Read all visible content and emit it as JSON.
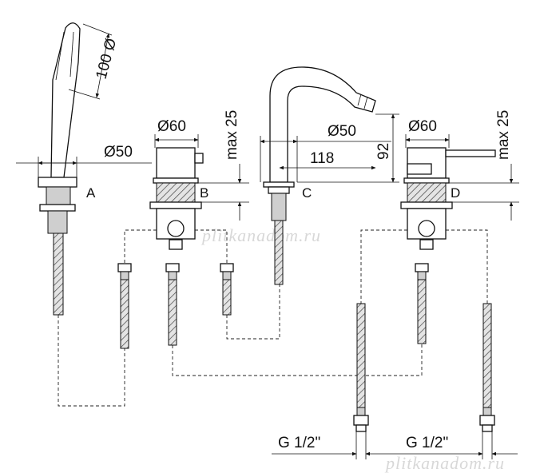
{
  "dimensions": {
    "hand_shower_dia": "100 Ø",
    "handle_b_dia": "Ø60",
    "handle_d_dia": "Ø60",
    "base_a_dia": "Ø50",
    "spout_dia": "Ø50",
    "spout_reach": "118",
    "spout_height": "92",
    "max_b": "max 25",
    "max_d": "max 25",
    "thread_left": "G 1/2\"",
    "thread_right": "G 1/2\""
  },
  "labels": {
    "a": "A",
    "b": "B",
    "c": "C",
    "d": "D"
  },
  "watermark": {
    "top": "plitkanadom.ru",
    "bottom": "plitkanadom.ru"
  }
}
